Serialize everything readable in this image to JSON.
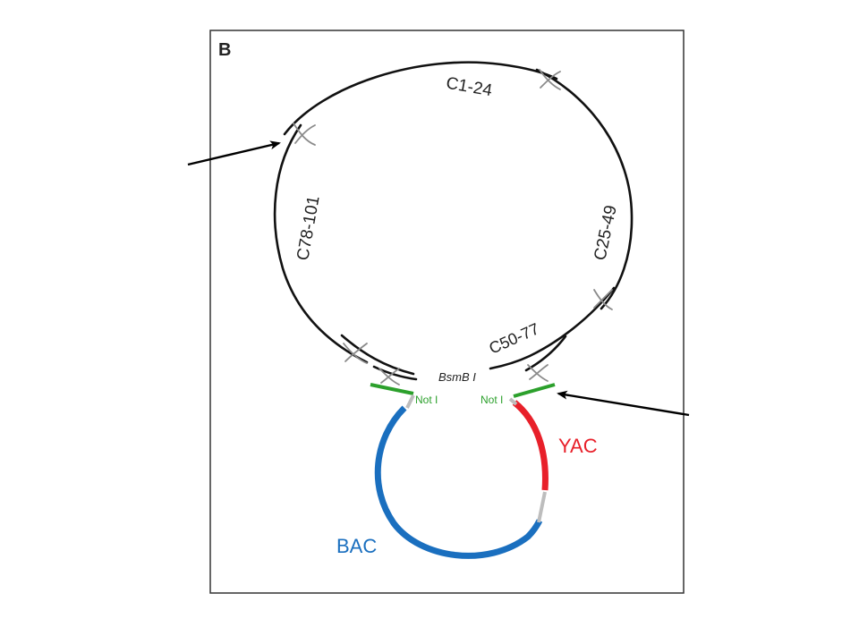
{
  "panel_label": "B",
  "segments": {
    "c1_24": "C1-24",
    "c25_49": "C25-49",
    "c50_77": "C50-77",
    "c78_101": "C78-101"
  },
  "site_labels": {
    "bsmb": "BsmB I",
    "not_left": "Not I",
    "not_right": "Not I"
  },
  "vector_labels": {
    "yac": "YAC",
    "bac": "BAC"
  },
  "colors": {
    "dna": "#111111",
    "overlap_cross": "#8a8a8a",
    "not_site": "#2ca02c",
    "yac": "#e8202a",
    "bac": "#1a6fbf",
    "frame": "#333333"
  }
}
